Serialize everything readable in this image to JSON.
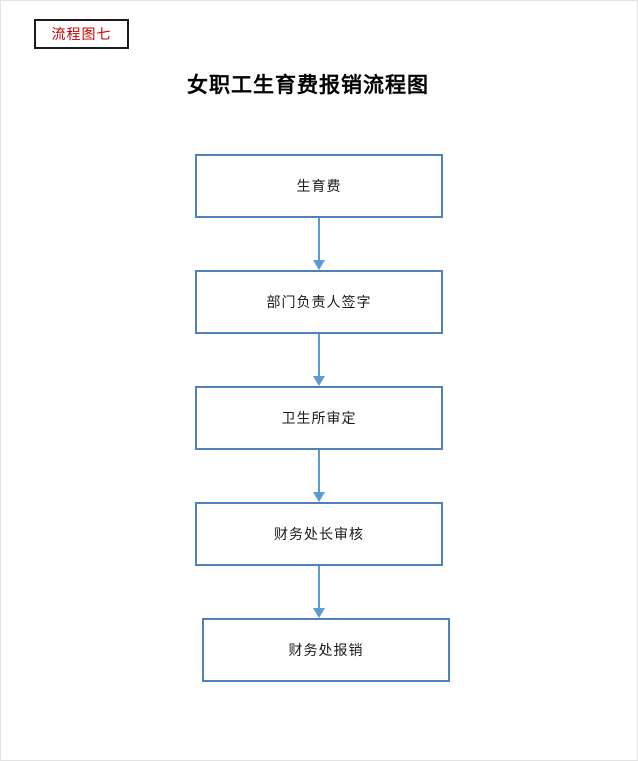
{
  "document": {
    "corner_label": "流程图七",
    "title": "女职工生育费报销流程图"
  },
  "flowchart": {
    "direction": "top-to-bottom",
    "nodes": [
      {
        "id": 1,
        "label": "生育费"
      },
      {
        "id": 2,
        "label": "部门负责人签字"
      },
      {
        "id": 3,
        "label": "卫生所审定"
      },
      {
        "id": 4,
        "label": "财务处长审核"
      },
      {
        "id": 5,
        "label": "财务处报销"
      }
    ],
    "connections": [
      {
        "from": 1,
        "to": 2,
        "type": "arrow-down"
      },
      {
        "from": 2,
        "to": 3,
        "type": "arrow-down"
      },
      {
        "from": 3,
        "to": 4,
        "type": "arrow-down"
      },
      {
        "from": 4,
        "to": 5,
        "type": "arrow-down"
      }
    ]
  },
  "colors": {
    "box_border": "#4f81bd",
    "arrow": "#5b9bd5",
    "label_text": "#cc0000",
    "title_text": "#000000"
  }
}
